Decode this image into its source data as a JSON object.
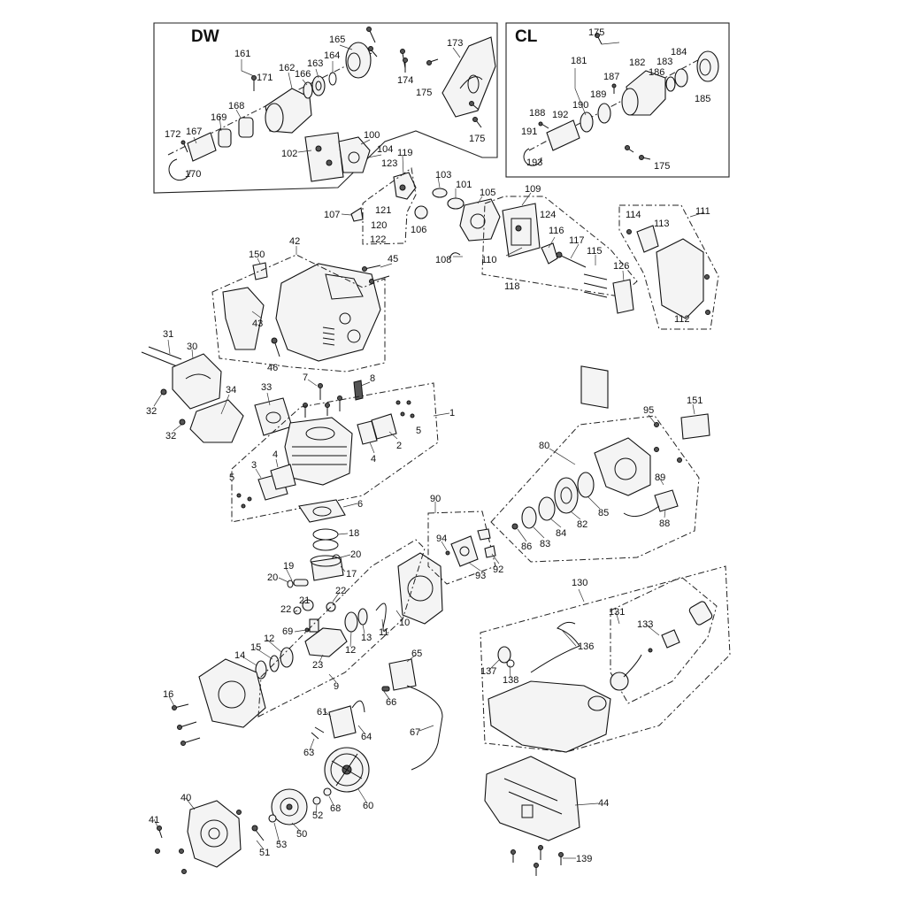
{
  "headers": {
    "dw": "DW",
    "cl": "CL"
  },
  "labels": {
    "l161": "161",
    "l171": "171",
    "l162": "162",
    "l166": "166",
    "l163": "163",
    "l164": "164",
    "l165": "165",
    "l173": "173",
    "l174": "174",
    "l175a": "175",
    "l175b": "175",
    "l172": "172",
    "l167": "167",
    "l169": "169",
    "l168": "168",
    "l170": "170",
    "l100": "100",
    "l102": "102",
    "l104": "104",
    "l123": "123",
    "l119": "119",
    "l175c": "175",
    "l181": "181",
    "l187": "187",
    "l182": "182",
    "l184": "184",
    "l183": "183",
    "l186": "186",
    "l185": "185",
    "l189": "189",
    "l188": "188",
    "l192": "192",
    "l190": "190",
    "l191": "191",
    "l193": "193",
    "l175d": "175",
    "l103": "103",
    "l101": "101",
    "l105": "105",
    "l109": "109",
    "l107": "107",
    "l121": "121",
    "l120": "120",
    "l122": "122",
    "l106": "106",
    "l124": "124",
    "l116": "116",
    "l117": "117",
    "l115": "115",
    "l126": "126",
    "l110": "110",
    "l108": "108",
    "l118": "118",
    "l111": "111",
    "l114": "114",
    "l113": "113",
    "l112": "112",
    "l150": "150",
    "l42": "42",
    "l45": "45",
    "l43": "43",
    "l46": "46",
    "l31": "31",
    "l30": "30",
    "l32a": "32",
    "l32b": "32",
    "l34": "34",
    "l33": "33",
    "l7": "7",
    "l8": "8",
    "l1": "1",
    "l5a": "5",
    "l2": "2",
    "l4a": "4",
    "l3": "3",
    "l4b": "4",
    "l5b": "5",
    "l6": "6",
    "l95": "95",
    "l151": "151",
    "l80": "80",
    "l89": "89",
    "l85": "85",
    "l82": "82",
    "l84": "84",
    "l83": "83",
    "l86": "86",
    "l88": "88",
    "l90": "90",
    "l94": "94",
    "l93": "93",
    "l92": "92",
    "l18": "18",
    "l20a": "20",
    "l19": "19",
    "l20b": "20",
    "l17": "17",
    "l22a": "22",
    "l21": "21",
    "l22b": "22",
    "l69": "69",
    "l11": "11",
    "l10": "10",
    "l13": "13",
    "l12a": "12",
    "l12b": "12",
    "l14": "14",
    "l15": "15",
    "l23": "23",
    "l9": "9",
    "l130": "130",
    "l131": "131",
    "l133": "133",
    "l136": "136",
    "l137": "137",
    "l138": "138",
    "l65": "65",
    "l66": "66",
    "l16": "16",
    "l61": "61",
    "l64": "64",
    "l63": "63",
    "l67": "67",
    "l40": "40",
    "l41": "41",
    "l52": "52",
    "l68": "68",
    "l60": "60",
    "l50": "50",
    "l51": "51",
    "l53": "53",
    "l44": "44",
    "l139": "139"
  }
}
